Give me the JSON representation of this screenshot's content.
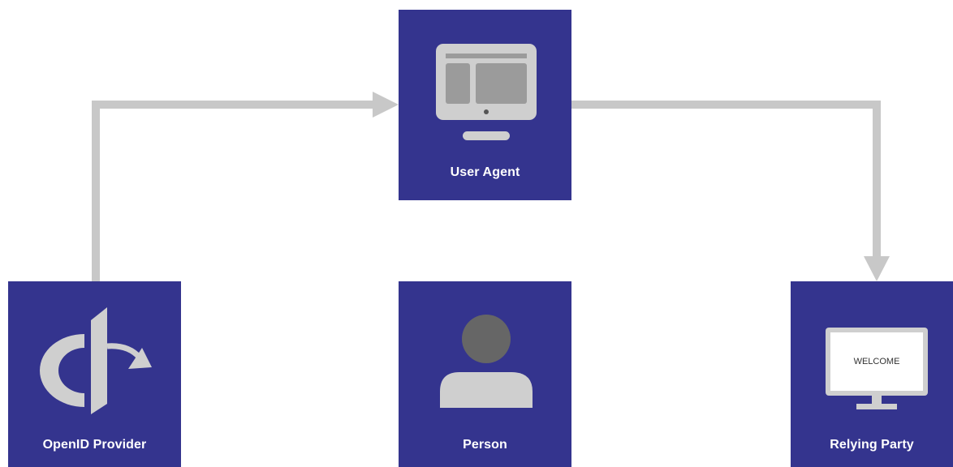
{
  "nodes": {
    "user_agent": {
      "label": "User Agent",
      "icon": "computer-monitor-icon"
    },
    "openid_provider": {
      "label": "OpenID Provider",
      "icon": "openid-logo-icon"
    },
    "person": {
      "label": "Person",
      "icon": "person-icon"
    },
    "relying_party": {
      "label": "Relying Party",
      "icon": "welcome-monitor-icon",
      "screen_text": "WELCOME"
    }
  },
  "edges": [
    {
      "from": "openid_provider",
      "to": "user_agent"
    },
    {
      "from": "user_agent",
      "to": "relying_party"
    }
  ],
  "colors": {
    "node_fill": "#34348e",
    "arrow": "#c8c8c8",
    "icon_light": "#cfcfcf",
    "icon_dark": "#666666",
    "label": "#ffffff"
  }
}
